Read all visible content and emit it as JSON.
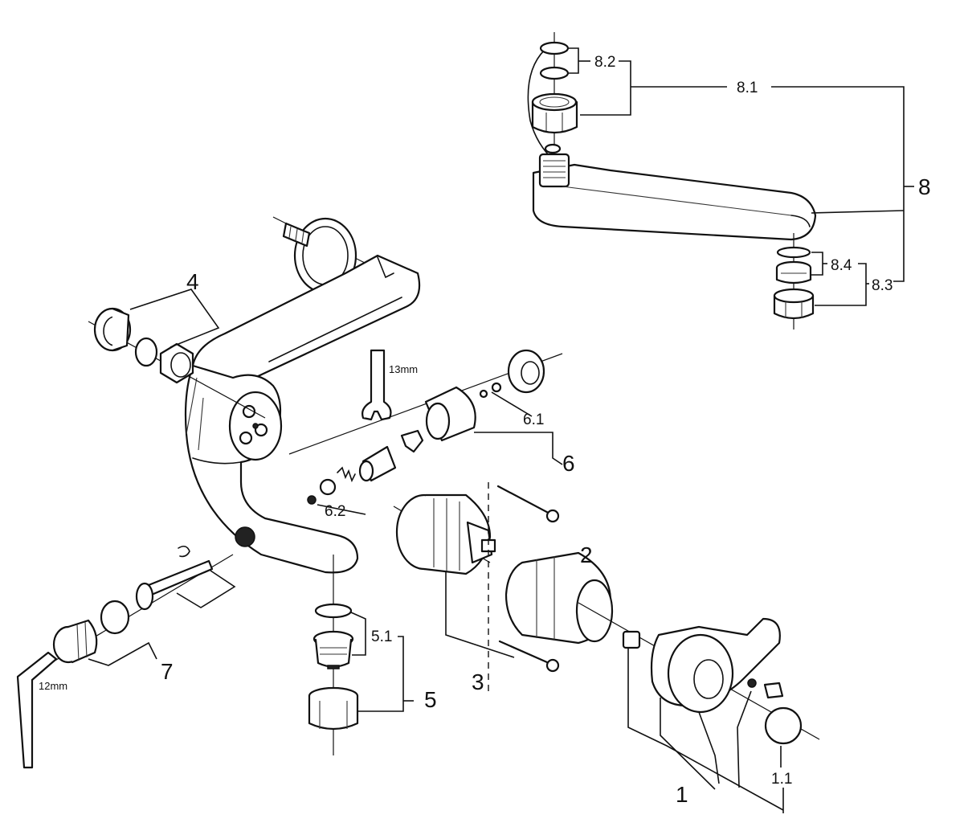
{
  "labels": {
    "l1": "1",
    "l1_1": "1.1",
    "l2": "2",
    "l3": "3",
    "l4": "4",
    "l5": "5",
    "l5_1": "5.1",
    "l6": "6",
    "l6_1": "6.1",
    "l6_2": "6.2",
    "l7": "7",
    "l8": "8",
    "l8_1": "8.1",
    "l8_2": "8.2",
    "l8_3": "8.3",
    "l8_4": "8.4",
    "wrench_size": "13mm",
    "hex_key_size": "12mm"
  }
}
